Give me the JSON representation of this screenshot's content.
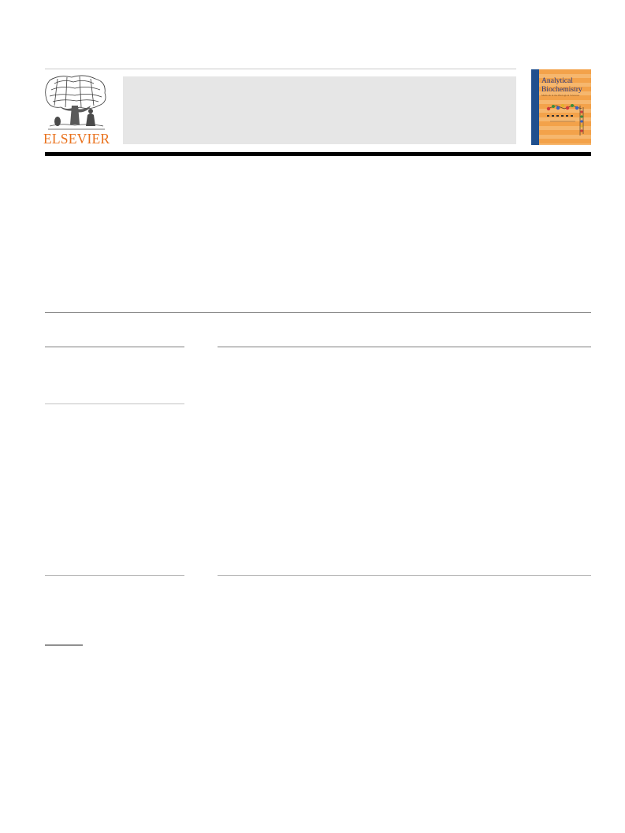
{
  "header": {
    "publisher_logo": {
      "wordmark": "ELSEVIER",
      "color": "#e9711c",
      "icon": "elsevier-tree-logo"
    },
    "journal_cover": {
      "title": "Analytical Biochemistry",
      "subtitle": "Methods in the Biological Sciences",
      "spine_color": "#1f4f8e",
      "background_color": "#f3a24a"
    }
  }
}
